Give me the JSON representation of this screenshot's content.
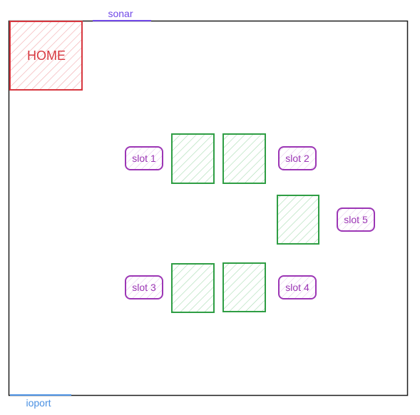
{
  "colors": {
    "home": "#d7373f",
    "slot_box": "#2f9e44",
    "slot_label": "#9c36b5",
    "sonar_line": "#7048e8",
    "ioport_line": "#4a90e2",
    "boundary": "#1e1e1e"
  },
  "labels": {
    "sonar": "sonar",
    "ioport": "ioport",
    "home": "HOME",
    "slots": [
      "slot 1",
      "slot 2",
      "slot 3",
      "slot 4",
      "slot 5"
    ]
  }
}
